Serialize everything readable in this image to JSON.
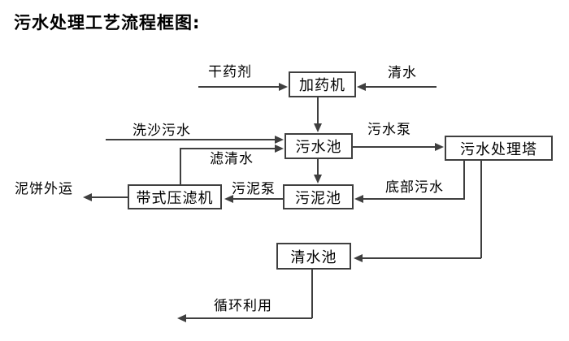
{
  "title": "污水处理工艺流程框图:",
  "nodes": {
    "dosing_machine": "加药机",
    "sewage_pool": "污水池",
    "treatment_tower": "污水处理塔",
    "belt_filter_press": "带式压滤机",
    "sludge_pool": "污泥池",
    "clean_water_pool": "清水池"
  },
  "flow_labels": {
    "dry_chemical": "干药剂",
    "clean_water": "清水",
    "sand_washing_sewage": "洗沙污水",
    "sewage_pump": "污水泵",
    "filtered_water": "滤清水",
    "sludge_pump": "污泥泵",
    "bottom_sewage": "底部污水",
    "mud_cake_out": "泥饼外运",
    "recycle_use": "循环利用"
  },
  "colors": {
    "line": "#3f3f3f",
    "box_background": "#ffffff",
    "text": "#000000",
    "page_background": "#ffffff"
  }
}
